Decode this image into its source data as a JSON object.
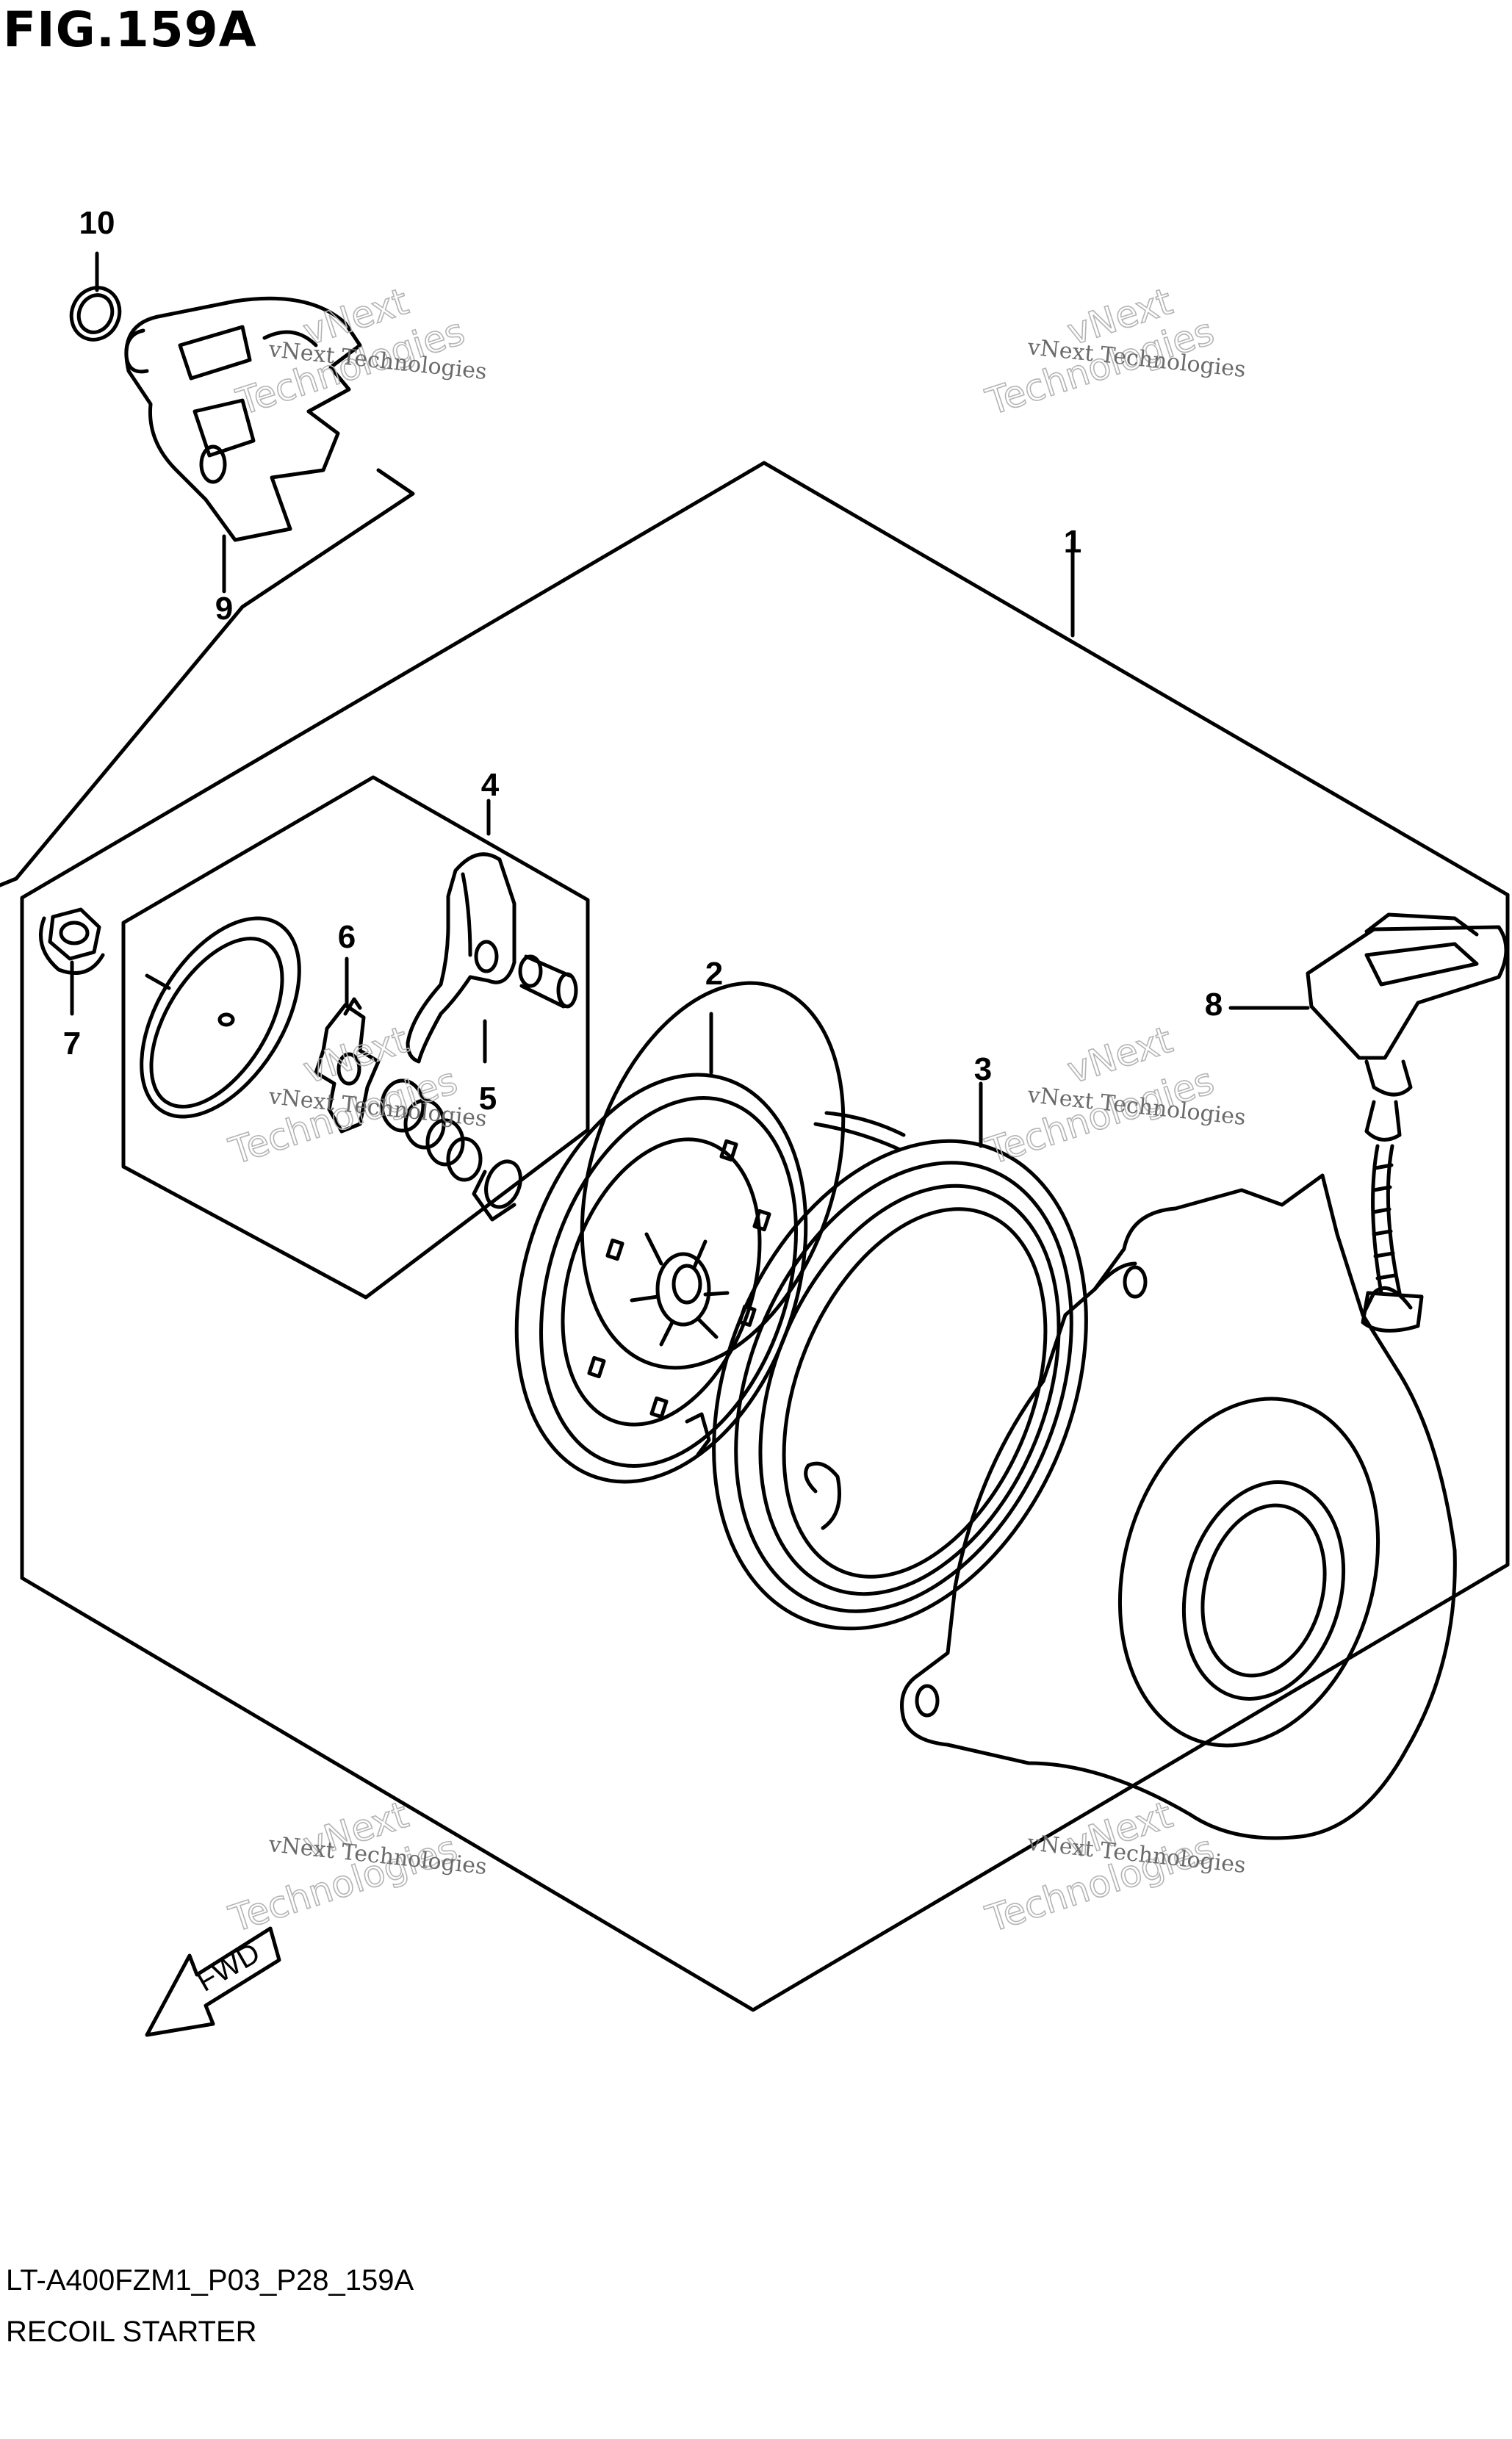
{
  "figure": {
    "title": "FIG.159A",
    "code": "LT-A400FZM1_P03_P28_159A",
    "name": "RECOIL STARTER"
  },
  "callouts": [
    "1",
    "2",
    "3",
    "4",
    "5",
    "6",
    "7",
    "8",
    "9",
    "10"
  ],
  "watermark": {
    "line_small": "vNext Technologies",
    "line_top": "vNext",
    "line_bottom": "Technologies"
  },
  "direction_arrow": "FWD",
  "colors": {
    "line": "#000000",
    "background": "#ffffff",
    "watermark": "#9a9a9a"
  }
}
